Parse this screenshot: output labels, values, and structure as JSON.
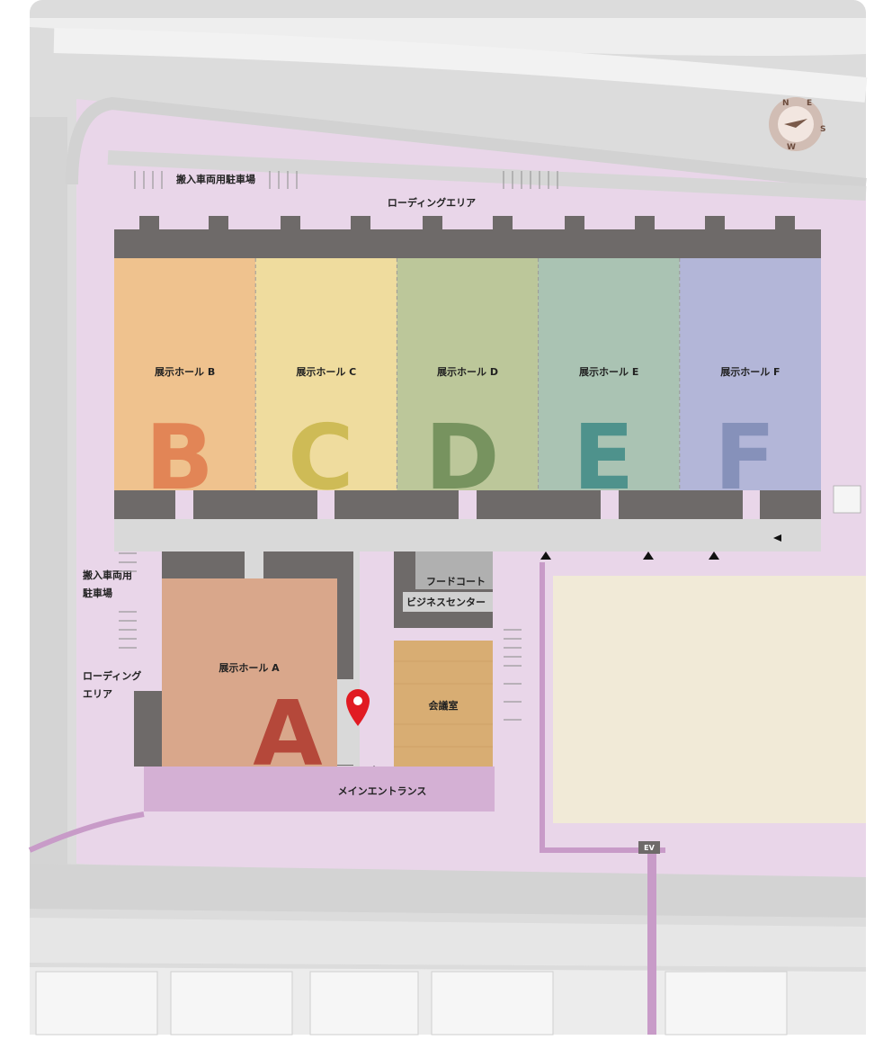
{
  "map": {
    "halls": [
      {
        "id": "B",
        "label": "展示ホール B",
        "letter": "B",
        "fill": "#efc28e",
        "letter_color": "#e07b4d"
      },
      {
        "id": "C",
        "label": "展示ホール C",
        "letter": "C",
        "fill": "#efdc9e",
        "letter_color": "#c9b64a"
      },
      {
        "id": "D",
        "label": "展示ホール D",
        "letter": "D",
        "fill": "#bcc79a",
        "letter_color": "#6b8a55"
      },
      {
        "id": "E",
        "label": "展示ホール E",
        "letter": "E",
        "fill": "#aac3b3",
        "letter_color": "#3f8a86"
      },
      {
        "id": "F",
        "label": "展示ホール F",
        "letter": "F",
        "fill": "#b3b6d8",
        "letter_color": "#7f8bb5"
      }
    ],
    "hall_a": {
      "label": "展示ホール A",
      "letter": "A",
      "fill": "#d9a78b",
      "letter_color": "#b5483a"
    },
    "conference": {
      "label": "会議室",
      "fill": "#d8ad73"
    },
    "food_court": {
      "label": "フードコート"
    },
    "business_center": {
      "label": "ビジネスセンター"
    },
    "main_entrance": {
      "label": "メインエントランス"
    },
    "loading_top": {
      "label": "ローディングエリア"
    },
    "loading_left": {
      "line1": "ローディング",
      "line2": "エリア"
    },
    "parking_top": {
      "label": "搬入車両用駐車場"
    },
    "parking_left": {
      "line1": "搬入車両用",
      "line2": "駐車場"
    },
    "elevator": {
      "label": "EV"
    },
    "compass": {
      "n": "N",
      "e": "E",
      "s": "S",
      "w": "W"
    },
    "colors": {
      "site": "#e9d6e9",
      "road": "#d8d8d8",
      "building_dark": "#6e6a69",
      "corridor": "#d9d9d9",
      "marker": "#e11b22",
      "parking_lot": "#f1ead7"
    }
  }
}
